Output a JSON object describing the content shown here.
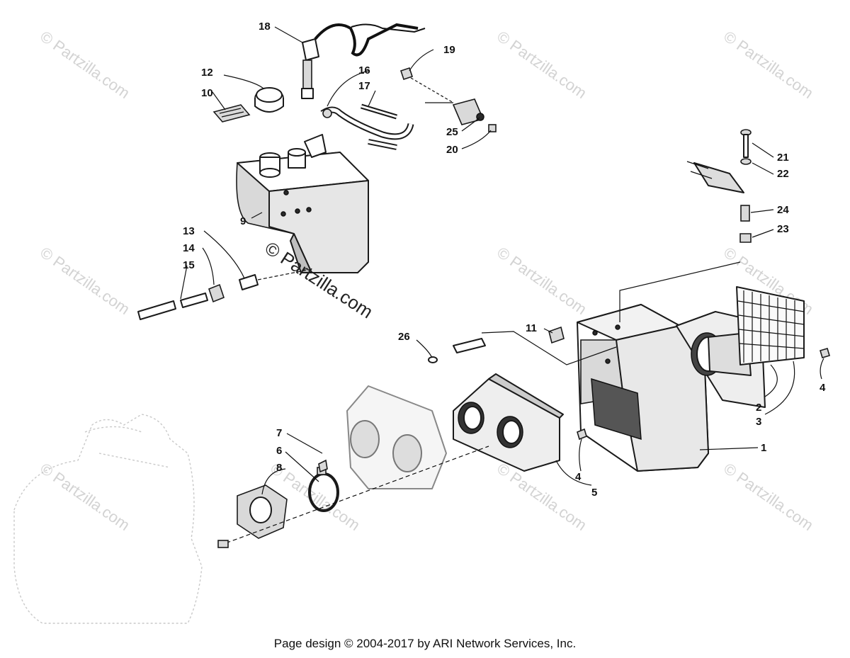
{
  "diagram": {
    "callouts": [
      "1",
      "2",
      "3",
      "4",
      "4",
      "5",
      "6",
      "7",
      "8",
      "9",
      "10",
      "11",
      "12",
      "13",
      "14",
      "15",
      "16",
      "17",
      "18",
      "19",
      "20",
      "21",
      "22",
      "23",
      "24",
      "25",
      "26"
    ],
    "watermark": "© Partzilla.com",
    "center_watermark": "© Partzilla.com"
  },
  "footer": {
    "text": "Page design © 2004-2017 by ARI Network Services, Inc."
  }
}
